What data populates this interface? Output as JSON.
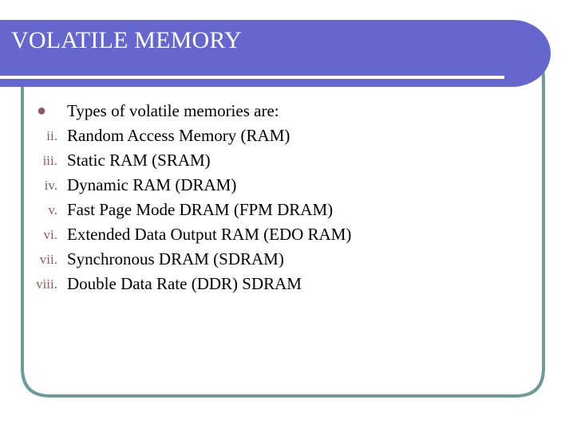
{
  "slide": {
    "title": "VOLATILE MEMORY",
    "background_color": "#ffffff",
    "banner_color": "#6667cc",
    "banner_rule_color": "#ffffff",
    "frame_color": "#6e9a9a",
    "marker_color": "#8a5e5e",
    "body_text_color": "#000000"
  },
  "body": {
    "items": [
      {
        "marker": "●",
        "marker_kind": "bullet",
        "text": "Types of volatile memories are:"
      },
      {
        "marker": "ii.",
        "marker_kind": "roman",
        "text": "Random Access Memory (RAM)"
      },
      {
        "marker": "iii.",
        "marker_kind": "roman",
        "text": "Static RAM (SRAM)"
      },
      {
        "marker": "iv.",
        "marker_kind": "roman",
        "text": "Dynamic RAM (DRAM)"
      },
      {
        "marker": "v.",
        "marker_kind": "roman",
        "text": "Fast Page Mode DRAM (FPM DRAM)"
      },
      {
        "marker": "vi.",
        "marker_kind": "roman",
        "text": "Extended Data Output RAM (EDO RAM)"
      },
      {
        "marker": "vii.",
        "marker_kind": "roman",
        "text": "Synchronous DRAM (SDRAM)"
      },
      {
        "marker": "viii.",
        "marker_kind": "roman",
        "text": "Double Data Rate (DDR) SDRAM"
      }
    ]
  }
}
